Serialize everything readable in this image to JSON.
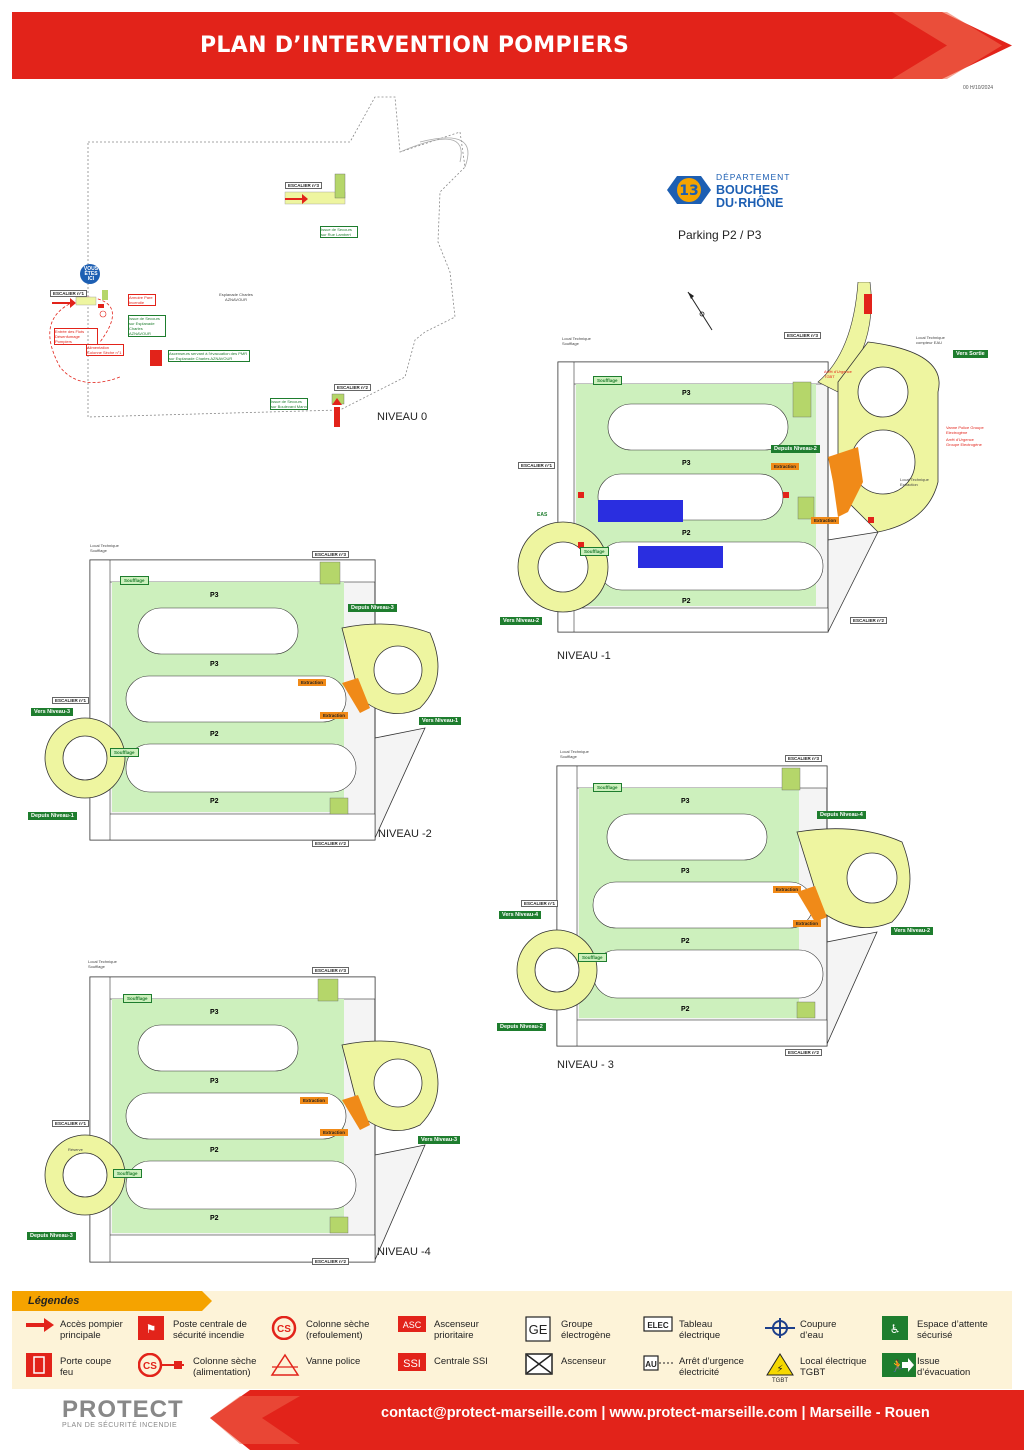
{
  "header": {
    "title": "PLAN D’INTERVENTION POMPIERS",
    "date": "00 H/10/2024"
  },
  "brand": {
    "departement": "DÉPARTEMENT",
    "name_line1": "BOUCHES",
    "name_line2": "DU·RHÔNE",
    "parking": "Parking P2 / P3"
  },
  "levels": {
    "n0": {
      "label": "NIVEAU 0",
      "you_are_here": "VOUS ÊTES ICI",
      "escalier1": "ESCALIER n°1",
      "escalier2": "ESCALIER n°2",
      "escalier3": "ESCALIER n°3",
      "esplanade": "Esplanade Charles AZNAVOUR",
      "issue_3": "Issue de Secours sur Rue Lambert",
      "issue_1": "Issue de Secours sur Esplanade Charles AZNAVOUR",
      "issue_2": "Issue de Secours sur Boulevard Mann",
      "entree_pompiers": "Entrée des Flots Désenfumage Pompiers",
      "armoire": "Armoire Pare Incendie",
      "alimentation": "Alimentation Colonne Sèche n°1",
      "ascenseurs": "Ascenseurs servant à l'évacuation des PMR sur Esplanade Charles AZNAVOUR"
    },
    "n1": {
      "label": "NIVEAU -1",
      "vers_sortie": "Vers Sortie",
      "depuis_niveau": "Depuis Niveau-2",
      "vers_niveau": "Vers Niveau-2",
      "escalier1": "ESCALIER n°1",
      "escalier2": "ESCALIER n°2",
      "escalier3": "ESCALIER n°3",
      "p3": "P3",
      "p2": "P2",
      "extraction": "Extraction",
      "soufflage": "Soufflage",
      "eas": "EAS",
      "local_soufflage": "Local Technique Soufflage",
      "local_extraction": "Local Technique Extraction",
      "local_eau": "Local Technique compteur EAU",
      "vanne_police": "Vanne Police Groupe Electrogène",
      "arret_urgence": "Arrêt d'Urgence Groupe Electrogène",
      "arret_tgbt": "Arrêt d'Urgence TGBT"
    },
    "n2": {
      "label": "NIVEAU -2",
      "depuis_niveau_3": "Depuis Niveau-3",
      "vers_niveau_3": "Vers Niveau-3",
      "vers_niveau_1": "Vers Niveau-1",
      "depuis_niveau_1": "Depuis Niveau-1",
      "escalier1": "ESCALIER n°1",
      "escalier2": "ESCALIER n°2",
      "escalier3": "ESCALIER n°3",
      "p3": "P3",
      "p2": "P2",
      "extraction": "Extraction",
      "soufflage": "Soufflage",
      "local_soufflage": "Local Technique Soufflage"
    },
    "n3": {
      "label": "NIVEAU - 3",
      "depuis_niveau_4": "Depuis Niveau-4",
      "vers_niveau_4": "Vers Niveau-4",
      "vers_niveau_2": "Vers Niveau-2",
      "depuis_niveau_2": "Depuis Niveau-2",
      "escalier1": "ESCALIER n°1",
      "escalier2": "ESCALIER n°2",
      "escalier3": "ESCALIER n°3",
      "p3": "P3",
      "p2": "P2",
      "extraction": "Extraction",
      "soufflage": "Soufflage",
      "local_soufflage": "Local Technique Soufflage"
    },
    "n4": {
      "label": "NIVEAU -4",
      "vers_niveau_3": "Vers Niveau-3",
      "depuis_niveau_3": "Depuis Niveau-3",
      "escalier1": "ESCALIER n°1",
      "escalier2": "ESCALIER n°2",
      "escalier3": "ESCALIER n°3",
      "p3": "P3",
      "p2": "P2",
      "extraction": "Extraction",
      "soufflage": "Soufflage",
      "reserve": "Réserve",
      "local_soufflage": "Local Technique Soufflage"
    }
  },
  "legend": {
    "title": "Légendes",
    "items": [
      {
        "line1": "Accès pompier",
        "line2": "principale",
        "icon": "arrow-icon"
      },
      {
        "line1": "Poste centrale de",
        "line2": "sécurité incendie",
        "icon": "fire-station-icon"
      },
      {
        "line1": "Colonne sèche",
        "line2": "(refoulement)",
        "icon": "cs-icon"
      },
      {
        "line1": "Ascenseur",
        "line2": "prioritaire",
        "icon": "asc-icon",
        "badge": "ASC"
      },
      {
        "line1": "Groupe",
        "line2": "électrogène",
        "icon": "ge-icon",
        "badge": "GE"
      },
      {
        "line1": "Tableau",
        "line2": "électrique",
        "icon": "elec-icon",
        "badge": "ELEC"
      },
      {
        "line1": "Coupure",
        "line2": "d’eau",
        "icon": "water-valve-icon"
      },
      {
        "line1": "Espace d’attente",
        "line2": "sécurisé",
        "icon": "waiting-area-icon"
      },
      {
        "line1": "Porte coupe",
        "line2": "feu",
        "icon": "fire-door-icon"
      },
      {
        "line1": "Colonne sèche",
        "line2": "(alimentation)",
        "icon": "cs-feed-icon"
      },
      {
        "line1": "Vanne police",
        "line2": "",
        "icon": "police-valve-icon"
      },
      {
        "line1": "Centrale SSI",
        "line2": "",
        "icon": "ssi-icon",
        "badge": "SSI"
      },
      {
        "line1": "Ascenseur",
        "line2": "",
        "icon": "elevator-icon"
      },
      {
        "line1": "Arrêt d’urgence",
        "line2": "électricité",
        "icon": "emergency-stop-icon"
      },
      {
        "line1": "Local électrique",
        "line2": "TGBT",
        "icon": "tgbt-icon",
        "badge": "TGBT"
      },
      {
        "line1": "Issue",
        "line2": "d’évacuation",
        "icon": "exit-icon"
      }
    ]
  },
  "footer": {
    "logo": "PROTECT",
    "logo_sub": "PLAN DE SÉCURITÉ INCENDIE",
    "contact": "contact@protect-marseille.com  |  www.protect-marseille.com  |  Marseille - Rouen"
  },
  "colors": {
    "header_red": "#e2231a",
    "floor_green": "#cdf0bd",
    "ramp_yellow": "#eef5a0",
    "tag_green": "#1e7d2e",
    "extraction_orange": "#f08a18",
    "blue_zone": "#2a2ee0"
  }
}
